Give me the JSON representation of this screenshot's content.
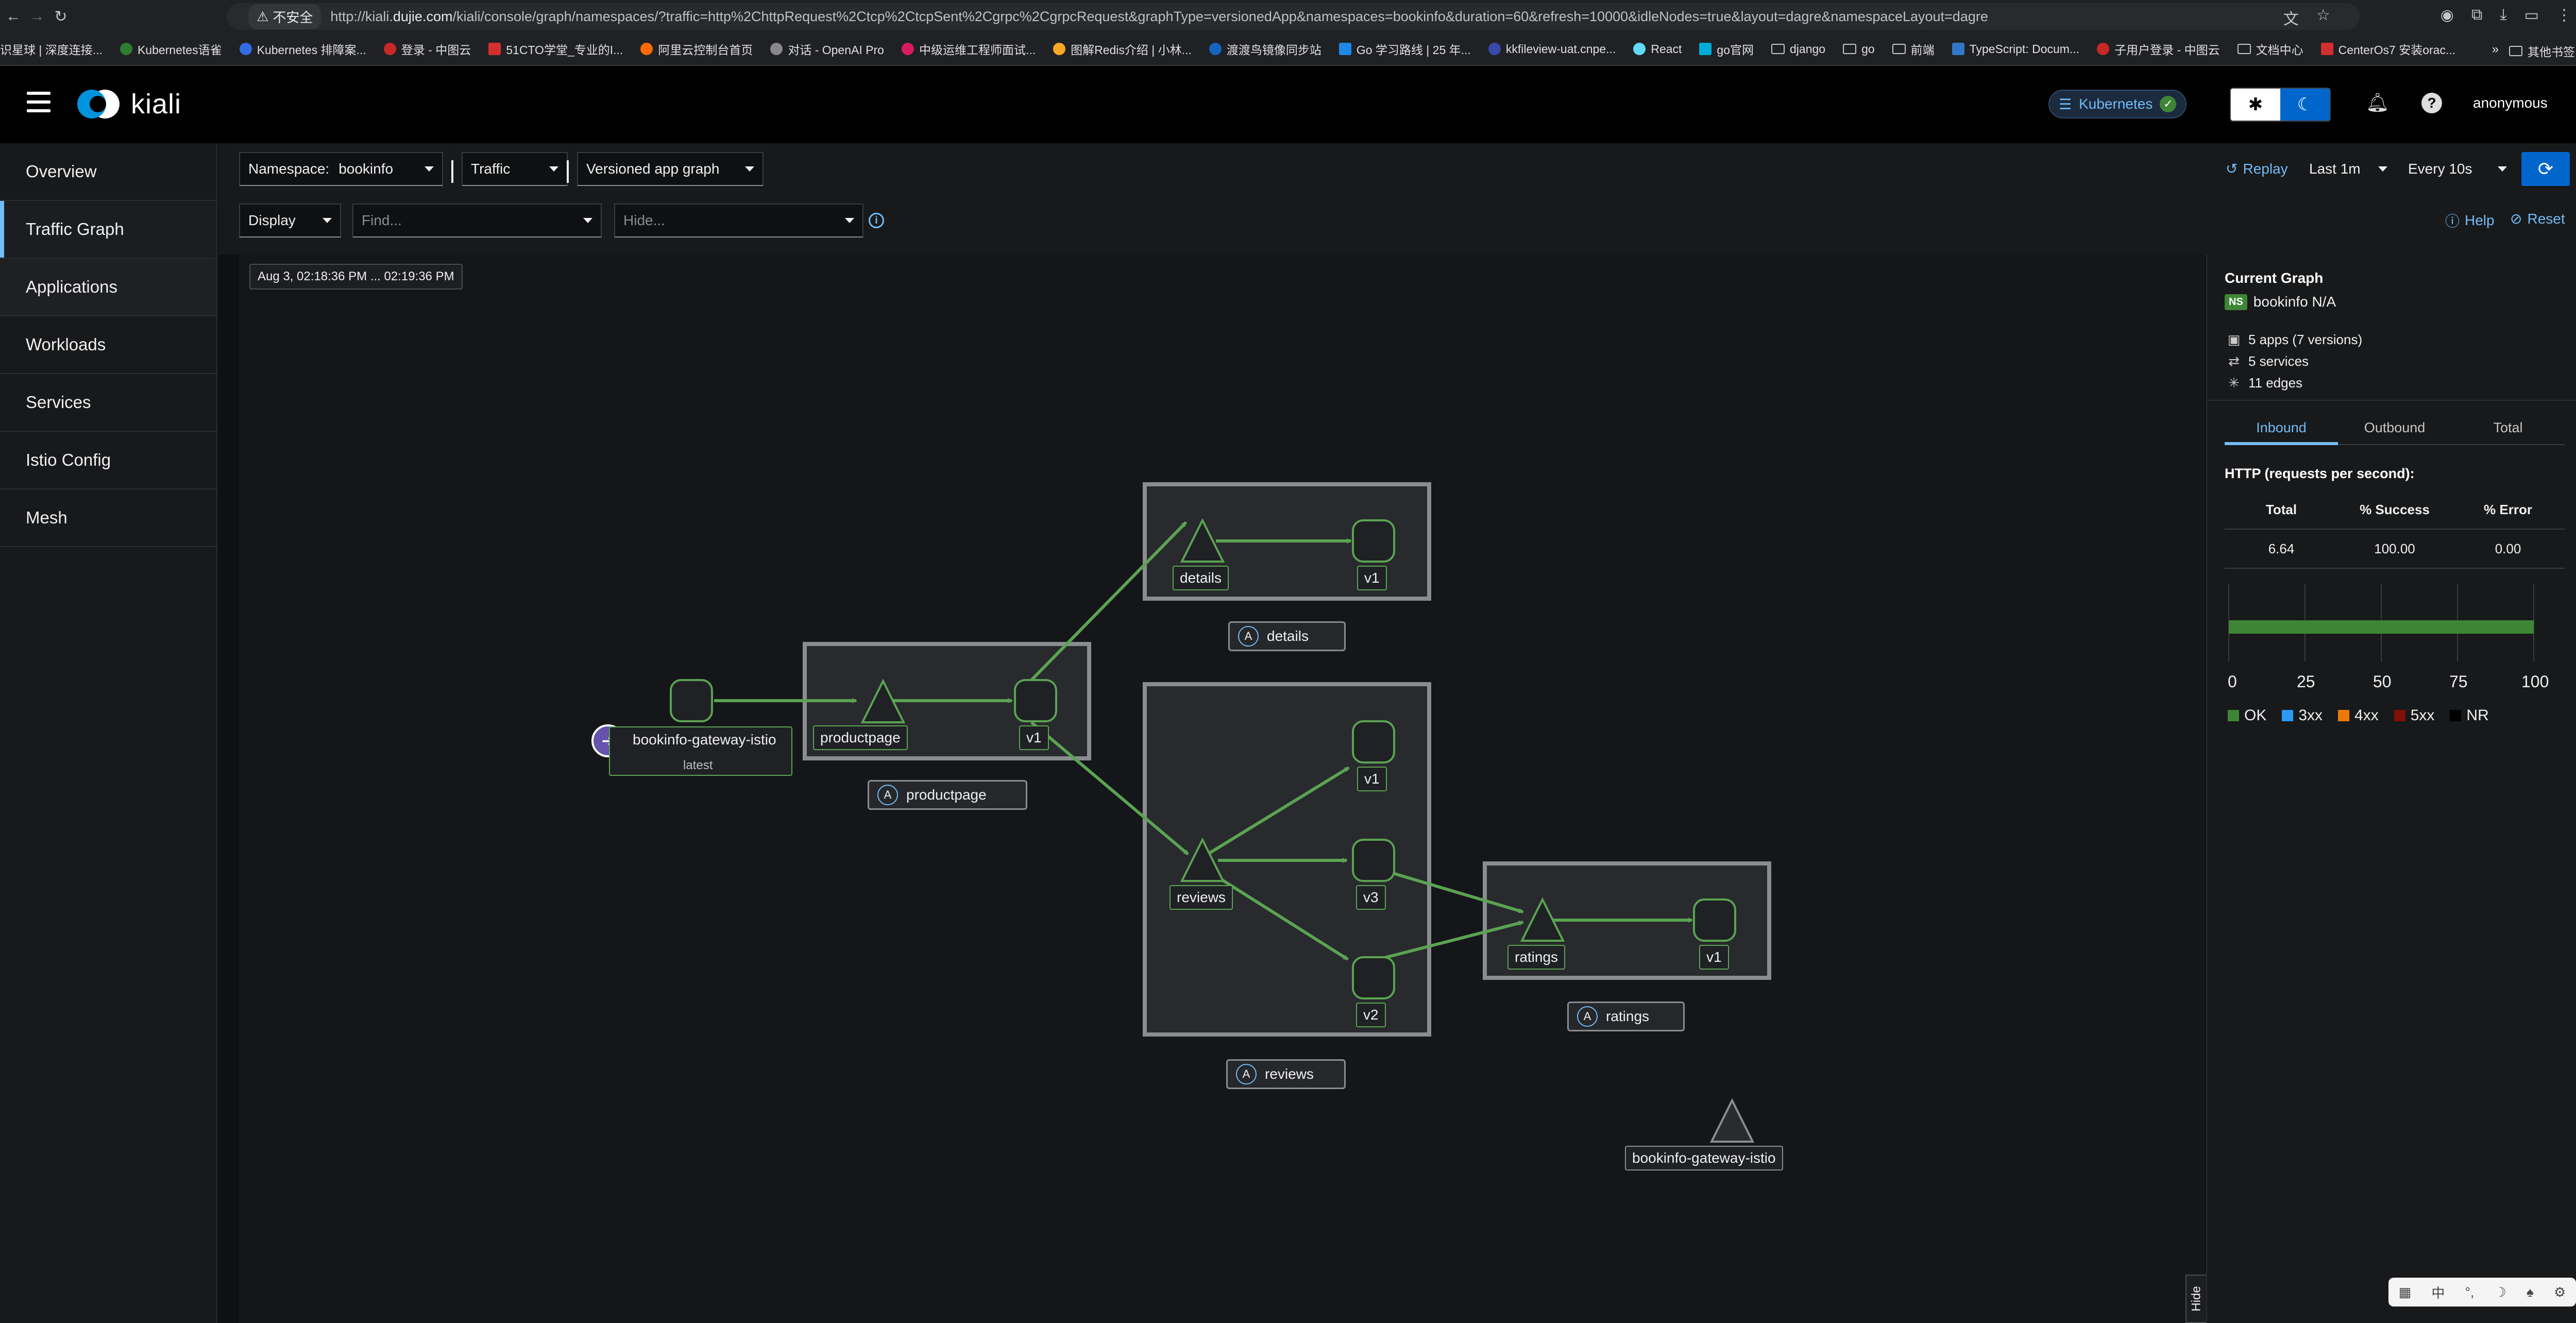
{
  "browser": {
    "insecure_label": "不安全",
    "url_host": "kiali.dujie.com",
    "url_prefix": "http://kiali.",
    "url_domain": "dujie.com",
    "url_path": "/kiali/console/graph/namespaces/?traffic=http%2ChttpRequest%2Ctcp%2CtcpSent%2Cgrpc%2CgrpcRequest&graphType=versionedApp&namespaces=bookinfo&duration=60&refresh=10000&idleNodes=true&layout=dagre&namespaceLayout=dagre",
    "bookmarks": [
      "识星球 | 深度连接...",
      "Kubernetes语雀",
      "Kubernetes 排障案...",
      "登录 - 中图云",
      "51CTO学堂_专业的I...",
      "阿里云控制台首页",
      "对话 - OpenAI Pro",
      "中级运维工程师面试...",
      "图解Redis介绍 | 小林...",
      "渡渡鸟镜像同步站",
      "Go 学习路线 | 25 年...",
      "kkfileview-uat.cnpe...",
      "React",
      "go官网",
      "django",
      "go",
      "前端",
      "TypeScript: Docum...",
      "子用户登录 - 中图云",
      "文档中心",
      "CenterOs7 安装orac..."
    ],
    "bookmarks_more": "其他书签"
  },
  "masthead": {
    "logo_text": "kiali",
    "cluster": "Kubernetes",
    "user": "anonymous"
  },
  "sidebar": {
    "items": [
      {
        "label": "Overview"
      },
      {
        "label": "Traffic Graph"
      },
      {
        "label": "Applications"
      },
      {
        "label": "Workloads"
      },
      {
        "label": "Services"
      },
      {
        "label": "Istio Config"
      },
      {
        "label": "Mesh"
      }
    ]
  },
  "toolbar": {
    "namespace_label": "Namespace:",
    "namespace_value": "bookinfo",
    "traffic_label": "Traffic",
    "graph_type": "Versioned app graph",
    "display_label": "Display",
    "find_placeholder": "Find...",
    "hide_placeholder": "Hide...",
    "replay_label": "Replay",
    "duration": "Last 1m",
    "refresh_interval": "Every 10s",
    "help_label": "Help",
    "reset_label": "Reset"
  },
  "graph": {
    "time_range": "Aug 3, 02:18:36 PM ... 02:19:36 PM",
    "boxes": {
      "details": "details",
      "productpage": "productpage",
      "reviews": "reviews",
      "ratings": "ratings"
    },
    "box_badge": "A",
    "nodes": {
      "gateway_in": "bookinfo-gateway-istio",
      "gateway_in_version": "latest",
      "productpage_svc": "productpage",
      "productpage_v1": "v1",
      "details_svc": "details",
      "details_v1": "v1",
      "reviews_svc": "reviews",
      "reviews_v1": "v1",
      "reviews_v3": "v3",
      "reviews_v2": "v2",
      "ratings_svc": "ratings",
      "ratings_v1": "v1",
      "gateway_idle": "bookinfo-gateway-istio"
    },
    "hide_tab": "Hide",
    "edge_color": "#5ba352"
  },
  "side_panel": {
    "title": "Current Graph",
    "ns_badge": "NS",
    "namespace": "bookinfo N/A",
    "apps": "5 apps (7 versions)",
    "services": "5 services",
    "edges": "11 edges",
    "tabs": [
      "Inbound",
      "Outbound",
      "Total"
    ],
    "http_title": "HTTP (requests per second):",
    "table_headers": [
      "Total",
      "% Success",
      "% Error"
    ],
    "table_values": [
      "6.64",
      "100.00",
      "0.00"
    ],
    "chart_ticks": [
      "0",
      "25",
      "50",
      "75",
      "100"
    ],
    "chart_ok_percent": 100,
    "legend": [
      {
        "label": "OK",
        "color": "#3e8635"
      },
      {
        "label": "3xx",
        "color": "#2b9af3"
      },
      {
        "label": "4xx",
        "color": "#ec7a08"
      },
      {
        "label": "5xx",
        "color": "#7d1007"
      },
      {
        "label": "NR",
        "color": "#000000"
      }
    ]
  },
  "colors": {
    "accent": "#73bcf7",
    "primary_button": "#0066cc",
    "healthy": "#5ba352"
  }
}
